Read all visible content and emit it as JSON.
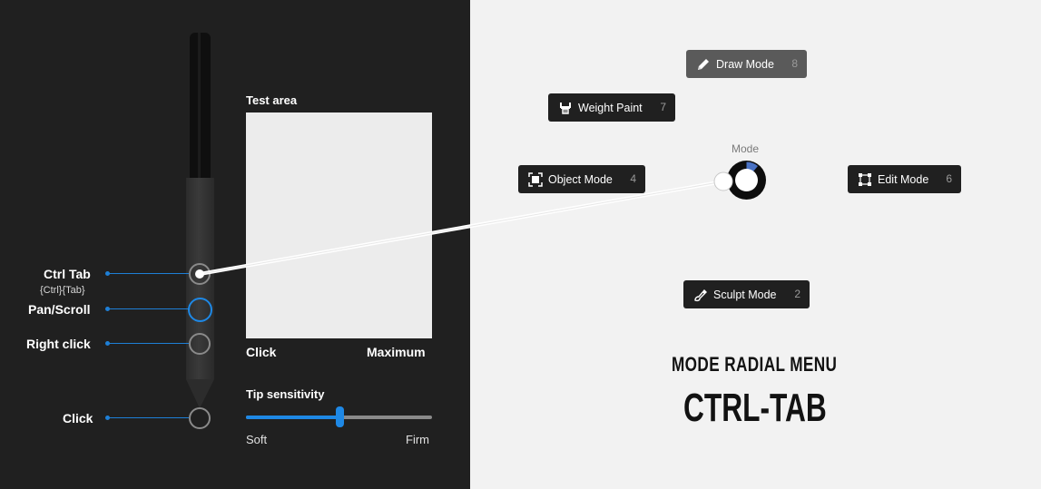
{
  "pen_settings": {
    "buttons": [
      {
        "label": "Ctrl Tab",
        "sub": "{Ctrl}{Tab}"
      },
      {
        "label": "Pan/Scroll"
      },
      {
        "label": "Right click"
      },
      {
        "label": "Click"
      }
    ],
    "test_area": {
      "title": "Test area",
      "left_label": "Click",
      "right_label": "Maximum"
    },
    "tip_sensitivity": {
      "title": "Tip sensitivity",
      "value": 0.5,
      "min_label": "Soft",
      "max_label": "Firm"
    }
  },
  "radial_menu": {
    "center_label": "Mode",
    "items": [
      {
        "label": "Draw Mode",
        "shortcut": "8",
        "icon": "pencil-icon",
        "highlighted": true
      },
      {
        "label": "Weight Paint",
        "shortcut": "7",
        "icon": "weight-paint-icon"
      },
      {
        "label": "Object Mode",
        "shortcut": "4",
        "icon": "object-mode-icon"
      },
      {
        "label": "Edit Mode",
        "shortcut": "6",
        "icon": "edit-mode-icon"
      },
      {
        "label": "Sculpt Mode",
        "shortcut": "2",
        "icon": "sculpt-brush-icon"
      }
    ]
  },
  "caption": {
    "subtitle": "MODE RADIAL MENU",
    "title": "CTRL-TAB"
  },
  "colors": {
    "accent": "#1e88e5",
    "dark_panel": "#202020",
    "light_panel": "#f2f2f2",
    "menu_item": "#202020",
    "menu_item_highlight": "#5a5a5a"
  }
}
